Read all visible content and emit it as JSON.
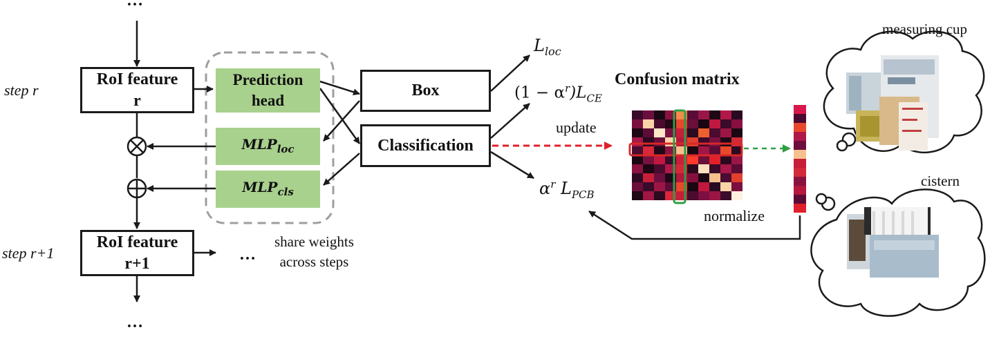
{
  "dots": "…",
  "steps": {
    "step_r": "step r",
    "step_r1": "step r+1"
  },
  "roi_r": {
    "line1": "RoI feature",
    "line2": "r"
  },
  "roi_r1": {
    "line1": "RoI feature",
    "line2": "r+1"
  },
  "pred_head": {
    "line1": "Prediction",
    "line2": "head"
  },
  "mlp_loc": {
    "base": "MLP",
    "sub": "loc"
  },
  "mlp_cls": {
    "base": "MLP",
    "sub": "cls"
  },
  "share_weights": {
    "line1": "share weights",
    "line2": "across steps"
  },
  "box_label": "Box",
  "classification_label": "Classification",
  "loss_loc": {
    "base": "L",
    "sub": "loc"
  },
  "loss_ce": {
    "prefix": "(1 − α",
    "sup": "r",
    "mid": ")L",
    "sub": "CE"
  },
  "loss_pcb": {
    "alpha": "α",
    "sup": "r",
    "base": " L",
    "sub": "PCB"
  },
  "update_label": "update",
  "normalize_label": "normalize",
  "confusion_title": "Confusion matrix",
  "cloud_top_label": "measuring cup",
  "cloud_bottom_label": "cistern",
  "operators": {
    "multiply": "⊗",
    "add": "⊕"
  },
  "colors": {
    "green_block": "#a9d18e",
    "dashed_group": "#9e9e9e",
    "red_dashed_arrow": "#e0202a",
    "green_dashed_arrow": "#2ea043",
    "highlight_row": "#d62828",
    "highlight_col": "#2e9e45"
  },
  "confusion_matrix": [
    [
      "#3a0a2a",
      "#6d0f3e",
      "#1a0712",
      "#8a1240",
      "#f28d4a",
      "#5a0c36",
      "#9a1645",
      "#1e0816",
      "#b01848",
      "#2a0a22"
    ],
    [
      "#7a1040",
      "#fbd3a8",
      "#4a0b2e",
      "#240816",
      "#e8482c",
      "#6a0e3a",
      "#1a0712",
      "#c0183e",
      "#3c0a2a",
      "#880f40"
    ],
    [
      "#1c0712",
      "#5c0c36",
      "#fde6c8",
      "#7c1040",
      "#c71f3a",
      "#2c0a20",
      "#ee5f2e",
      "#4a0b2e",
      "#9c1645",
      "#1a0712"
    ],
    [
      "#a81848",
      "#2a0a20",
      "#6a0e3a",
      "#fbd3a8",
      "#b5173e",
      "#e0402c",
      "#3c0a2a",
      "#7c1040",
      "#1e0816",
      "#d22a38"
    ],
    [
      "#4c0b30",
      "#d8283a",
      "#1e0816",
      "#8c1242",
      "#f6c08e",
      "#1a0712",
      "#a01644",
      "#5c0c36",
      "#e8482c",
      "#2e0a22"
    ],
    [
      "#1a0712",
      "#7a1040",
      "#c0183e",
      "#3a0a2a",
      "#cc1c3c",
      "#ff3a2a",
      "#6a0e3a",
      "#e0202a",
      "#2a0a20",
      "#9a1645"
    ],
    [
      "#8a1240",
      "#1c0712",
      "#4a0b2e",
      "#b01848",
      "#d22a38",
      "#2c0a20",
      "#fde0c0",
      "#3c0a2a",
      "#a81848",
      "#5a0c36"
    ],
    [
      "#2e0a22",
      "#c71f3a",
      "#6d0f3e",
      "#1e0816",
      "#b5173e",
      "#880f40",
      "#1a0712",
      "#f6c08e",
      "#4c0b30",
      "#e0402c"
    ],
    [
      "#6a0e3a",
      "#3a0a2a",
      "#9c1645",
      "#5c0c36",
      "#e8482c",
      "#1a0712",
      "#c0183e",
      "#2a0a20",
      "#fbd3a8",
      "#7a1040"
    ],
    [
      "#1e0816",
      "#a01644",
      "#2c0a20",
      "#d8283a",
      "#c71f3a",
      "#4a0b2e",
      "#7c1040",
      "#9a1645",
      "#3c0a2a",
      "#fff1e0"
    ]
  ],
  "normalized_vector": [
    "#d8184a",
    "#4a0a30",
    "#e8482c",
    "#b01848",
    "#6d0f3e",
    "#f6c08e",
    "#c71f3a",
    "#d22a38",
    "#8a1240",
    "#b5173e",
    "#5a0c36",
    "#e0202a"
  ]
}
